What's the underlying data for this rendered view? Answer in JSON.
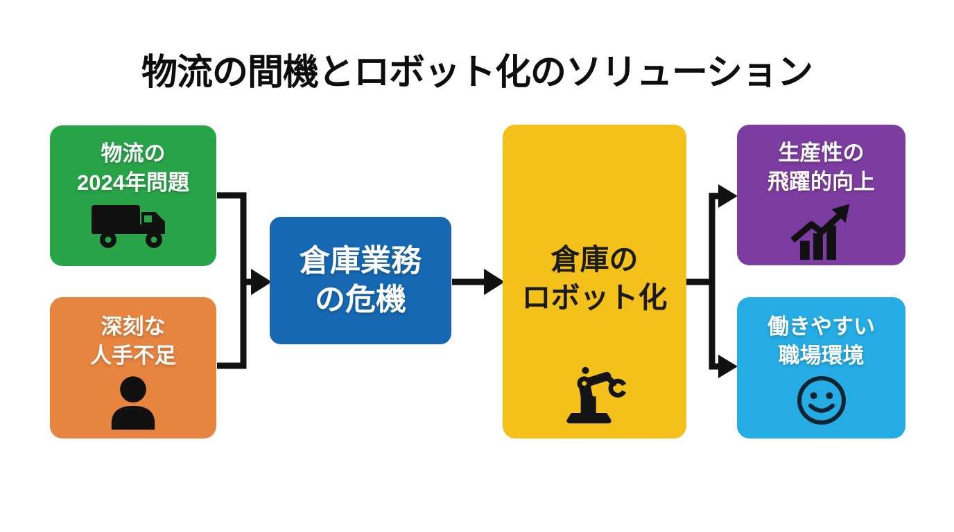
{
  "title": "物流の間機とロボット化のソリューション",
  "background": "#ffffff",
  "connector_color": "#111111",
  "nodes": {
    "logistics_2024": {
      "line1": "物流の",
      "line2": "2024年問題",
      "color": "#28a348",
      "icon": "truck-icon"
    },
    "labor_shortage": {
      "line1": "深刻な",
      "line2": "人手不足",
      "color": "#e78440",
      "icon": "person-icon"
    },
    "warehouse_crisis": {
      "line1": "倉庫業務",
      "line2": "の危機",
      "color": "#1668b2"
    },
    "warehouse_robotization": {
      "line1": "倉庫の",
      "line2": "ロボット化",
      "color": "#f3c119",
      "icon": "robot-arm-icon"
    },
    "productivity_gain": {
      "line1": "生産性の",
      "line2": "飛躍的向上",
      "color": "#7d3da0",
      "icon": "growth-chart-icon"
    },
    "workplace_environment": {
      "line1": "働きやすい",
      "line2": "職場環境",
      "color": "#25ace4",
      "icon": "smiley-icon"
    }
  }
}
